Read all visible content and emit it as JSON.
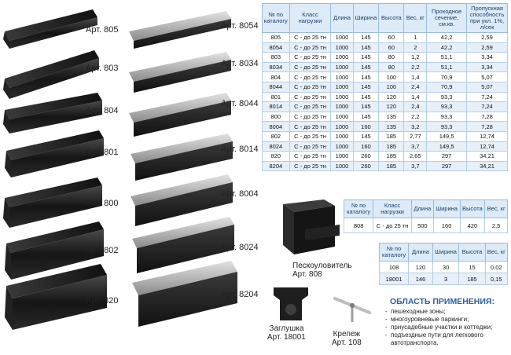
{
  "left_column": [
    {
      "label": "Арт. 805"
    },
    {
      "label": "Арт. 803"
    },
    {
      "label": "Арт. 804"
    },
    {
      "label": "Арт. 801"
    },
    {
      "label": "Арт. 800"
    },
    {
      "label": "Арт. 802"
    },
    {
      "label": "Арт. 820"
    }
  ],
  "right_column": [
    {
      "label": "Арт. 8054"
    },
    {
      "label": "Арт. 8034"
    },
    {
      "label": "Арт. 8044"
    },
    {
      "label": "Арт. 8014"
    },
    {
      "label": "Арт. 8004"
    },
    {
      "label": "Арт. 8024"
    },
    {
      "label": "Арт. 8204"
    }
  ],
  "main_table": {
    "headers": [
      "№ по каталогу",
      "Класс нагрузки",
      "Длина",
      "Ширина",
      "Высота",
      "Вес, кг",
      "Проходное сечение, см.кв.",
      "Пропускная способность при укл. 1%, л/сек"
    ],
    "rows": [
      [
        "805",
        "С - до 25 тн",
        "1000",
        "145",
        "60",
        "1",
        "42,2",
        "2,59"
      ],
      [
        "8054",
        "С - до 25 тн",
        "1000",
        "145",
        "60",
        "2",
        "42,2",
        "2,59"
      ],
      [
        "803",
        "С - до 25 тн",
        "1000",
        "145",
        "80",
        "1,2",
        "51,1",
        "3,34"
      ],
      [
        "8034",
        "С - до 25 тн",
        "1000",
        "145",
        "80",
        "2,2",
        "51,1",
        "3,34"
      ],
      [
        "804",
        "С - до 25 тн",
        "1000",
        "145",
        "100",
        "1,4",
        "70,9",
        "5,07"
      ],
      [
        "8044",
        "С - до 25 тн",
        "1000",
        "145",
        "100",
        "2,4",
        "70,9",
        "5,07"
      ],
      [
        "801",
        "С - до 25 тн",
        "1000",
        "145",
        "120",
        "1,4",
        "93,3",
        "7,24"
      ],
      [
        "8014",
        "С - до 25 тн",
        "1000",
        "145",
        "120",
        "2,4",
        "93,3",
        "7,24"
      ],
      [
        "800",
        "С - до 25 тн",
        "1000",
        "145",
        "135",
        "2,2",
        "93,3",
        "7,28"
      ],
      [
        "8004",
        "С - до 25 тн",
        "1000",
        "160",
        "135",
        "3,2",
        "93,3",
        "7,28"
      ],
      [
        "802",
        "С - до 25 тн",
        "1000",
        "145",
        "185",
        "2,77",
        "149,5",
        "12,74"
      ],
      [
        "8024",
        "С - до 25 тн",
        "1000",
        "160",
        "185",
        "3,7",
        "149,5",
        "12,74"
      ],
      [
        "820",
        "С - до 25 тн",
        "1000",
        "260",
        "185",
        "2,65",
        "297",
        "34,21"
      ],
      [
        "8204",
        "С - до 25 тн",
        "1000",
        "260",
        "185",
        "3,7",
        "297",
        "34,21"
      ]
    ]
  },
  "sand_trap": {
    "caption_line1": "Пескоуловитель",
    "caption_line2": "Арт. 808",
    "headers": [
      "№ по каталогу",
      "Класс нагрузки",
      "Длина",
      "Ширина",
      "Высота",
      "Вес, кг"
    ],
    "rows": [
      [
        "808",
        "С - до 25 тн",
        "500",
        "160",
        "420",
        "2,5"
      ]
    ]
  },
  "plug_table": {
    "headers": [
      "№ по каталогу",
      "Длина",
      "Ширина",
      "Высота",
      "Вес, кг"
    ],
    "rows": [
      [
        "108",
        "120",
        "30",
        "15",
        "0,02"
      ],
      [
        "18001",
        "146",
        "3",
        "185",
        "0,15"
      ]
    ]
  },
  "plug": {
    "caption_line1": "Заглушка",
    "caption_line2": "Арт. 18001"
  },
  "fastener": {
    "caption_line1": "Крепеж",
    "caption_line2": "Арт. 108"
  },
  "application": {
    "title": "ОБЛАСТЬ ПРИМЕНЕНИЯ:",
    "items": [
      "пешеходные зоны;",
      "многоуровневые паркинги;",
      "приусадебные участки и коттеджи;",
      "подъездные пути для легкового",
      "автотранспорта."
    ]
  },
  "colors": {
    "header_text": "#1a3e6e",
    "header_bg": "#dcebf7",
    "accent": "#2b5fa0"
  }
}
